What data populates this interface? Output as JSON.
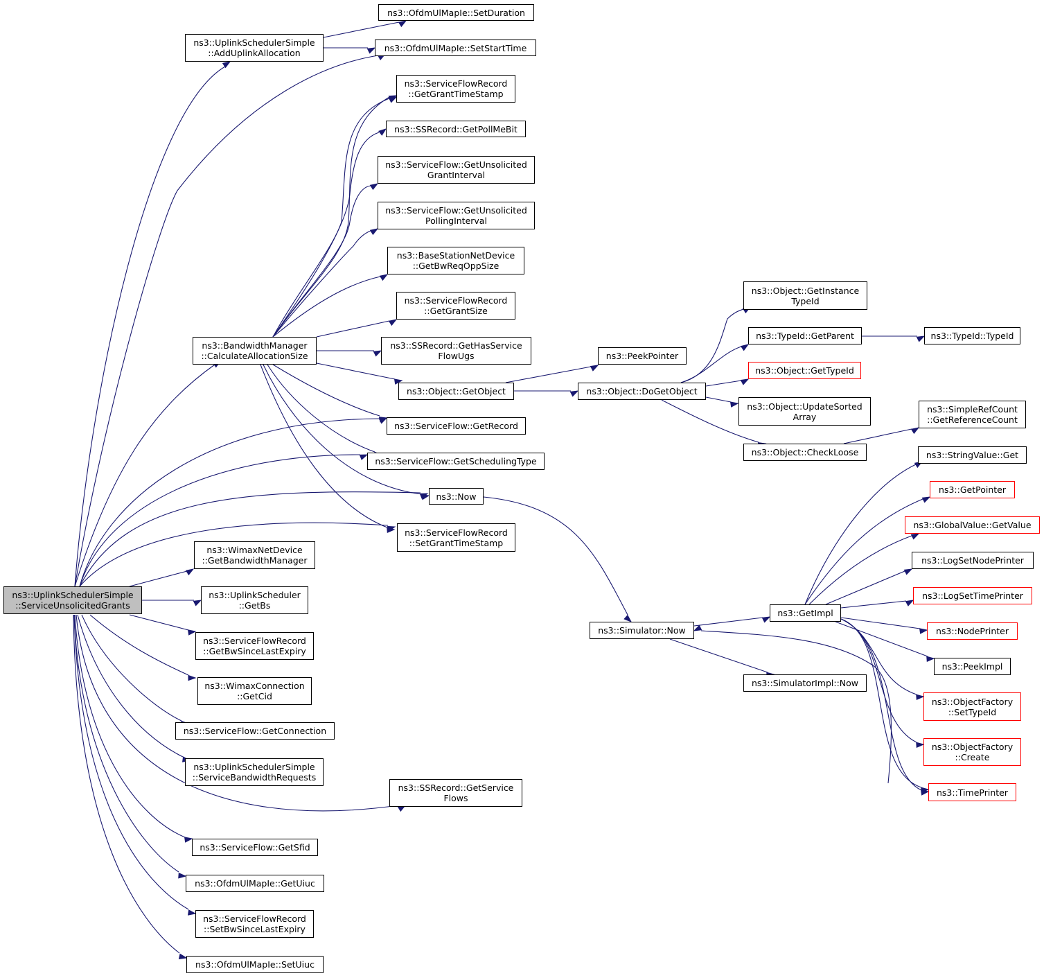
{
  "colors": {
    "edge": "#191970",
    "node_border": "#000000",
    "truncated_border": "#ff0000",
    "root_fill": "#bfbfbf",
    "node_fill": "#ffffff"
  },
  "nodes": {
    "root": [
      "ns3::UplinkSchedulerSimple",
      "::ServiceUnsolicitedGrants"
    ],
    "add_uplink_allocation": [
      "ns3::UplinkSchedulerSimple",
      "::AddUplinkAllocation"
    ],
    "set_duration": [
      "ns3::OfdmUlMapIe::SetDuration"
    ],
    "set_start_time": [
      "ns3::OfdmUlMapIe::SetStartTime"
    ],
    "get_grant_time_stamp": [
      "ns3::ServiceFlowRecord",
      "::GetGrantTimeStamp"
    ],
    "get_poll_me_bit": [
      "ns3::SSRecord::GetPollMeBit"
    ],
    "get_unsolicited_grant_interval": [
      "ns3::ServiceFlow::GetUnsolicited",
      "GrantInterval"
    ],
    "get_unsolicited_polling_interval": [
      "ns3::ServiceFlow::GetUnsolicited",
      "PollingInterval"
    ],
    "get_bw_req_opp_size": [
      "ns3::BaseStationNetDevice",
      "::GetBwReqOppSize"
    ],
    "get_grant_size": [
      "ns3::ServiceFlowRecord",
      "::GetGrantSize"
    ],
    "calculate_allocation_size": [
      "ns3::BandwidthManager",
      "::CalculateAllocationSize"
    ],
    "get_has_service_flow_ugs": [
      "ns3::SSRecord::GetHasService",
      "FlowUgs"
    ],
    "get_object": [
      "ns3::Object::GetObject"
    ],
    "get_record": [
      "ns3::ServiceFlow::GetRecord"
    ],
    "get_scheduling_type": [
      "ns3::ServiceFlow::GetSchedulingType"
    ],
    "now": [
      "ns3::Now"
    ],
    "set_grant_time_stamp": [
      "ns3::ServiceFlowRecord",
      "::SetGrantTimeStamp"
    ],
    "get_bandwidth_manager": [
      "ns3::WimaxNetDevice",
      "::GetBandwidthManager"
    ],
    "get_bs": [
      "ns3::UplinkScheduler",
      "::GetBs"
    ],
    "get_bw_since_last_expiry": [
      "ns3::ServiceFlowRecord",
      "::GetBwSinceLastExpiry"
    ],
    "get_cid": [
      "ns3::WimaxConnection",
      "::GetCid"
    ],
    "get_connection": [
      "ns3::ServiceFlow::GetConnection"
    ],
    "service_bandwidth_requests": [
      "ns3::UplinkSchedulerSimple",
      "::ServiceBandwidthRequests"
    ],
    "get_service_flows": [
      "ns3::SSRecord::GetService",
      "Flows"
    ],
    "get_sfid": [
      "ns3::ServiceFlow::GetSfid"
    ],
    "get_uiuc": [
      "ns3::OfdmUlMapIe::GetUiuc"
    ],
    "set_bw_since_last_expiry": [
      "ns3::ServiceFlowRecord",
      "::SetBwSinceLastExpiry"
    ],
    "set_uiuc": [
      "ns3::OfdmUlMapIe::SetUiuc"
    ],
    "peek_pointer": [
      "ns3::PeekPointer"
    ],
    "do_get_object": [
      "ns3::Object::DoGetObject"
    ],
    "get_instance_type_id": [
      "ns3::Object::GetInstance",
      "TypeId"
    ],
    "get_parent": [
      "ns3::TypeId::GetParent"
    ],
    "type_id": [
      "ns3::TypeId::TypeId"
    ],
    "get_type_id": [
      "ns3::Object::GetTypeId"
    ],
    "update_sorted_array": [
      "ns3::Object::UpdateSorted",
      "Array"
    ],
    "check_loose": [
      "ns3::Object::CheckLoose"
    ],
    "get_reference_count": [
      "ns3::SimpleRefCount",
      "::GetReferenceCount"
    ],
    "simulator_now": [
      "ns3::Simulator::Now"
    ],
    "simulator_impl_now": [
      "ns3::SimulatorImpl::Now"
    ],
    "get_impl": [
      "ns3::GetImpl"
    ],
    "string_value_get": [
      "ns3::StringValue::Get"
    ],
    "get_pointer": [
      "ns3::GetPointer"
    ],
    "global_value_get_value": [
      "ns3::GlobalValue::GetValue"
    ],
    "log_set_node_printer": [
      "ns3::LogSetNodePrinter"
    ],
    "log_set_time_printer": [
      "ns3::LogSetTimePrinter"
    ],
    "node_printer": [
      "ns3::NodePrinter"
    ],
    "peek_impl": [
      "ns3::PeekImpl"
    ],
    "object_factory_set_type_id": [
      "ns3::ObjectFactory",
      "::SetTypeId"
    ],
    "object_factory_create": [
      "ns3::ObjectFactory",
      "::Create"
    ],
    "time_printer": [
      "ns3::TimePrinter"
    ]
  }
}
